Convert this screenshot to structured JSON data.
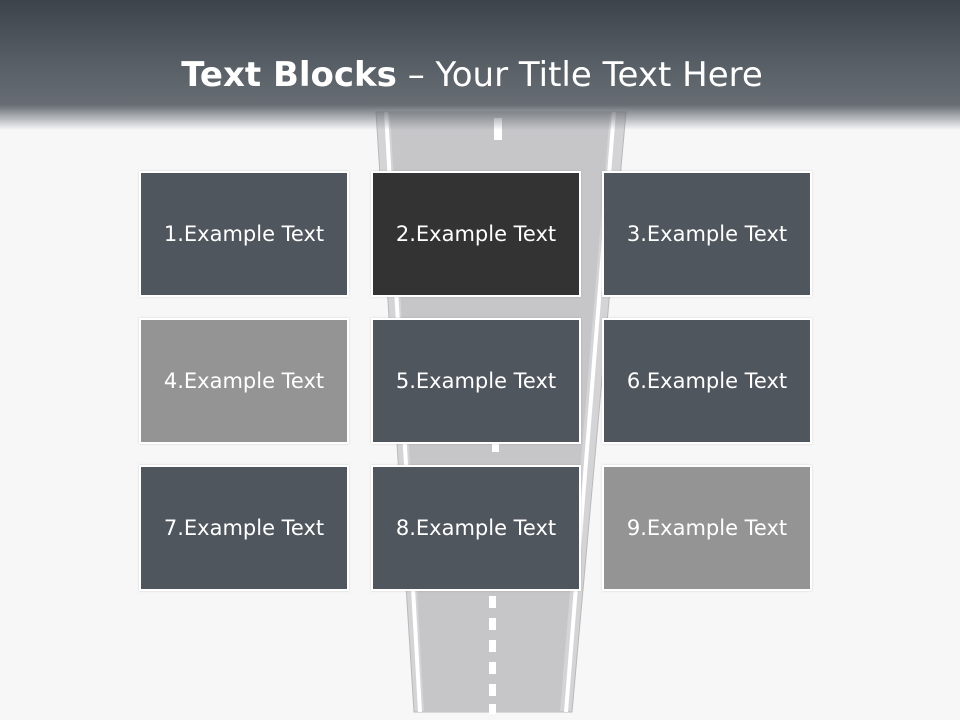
{
  "slide": {
    "title_bold": "Text Blocks",
    "title_rest": " – Your Title Text Here"
  },
  "blocks": [
    {
      "label": "1.Example Text",
      "color": "#50565d"
    },
    {
      "label": "2.Example Text",
      "color": "#333333"
    },
    {
      "label": "3.Example Text",
      "color": "#50565d"
    },
    {
      "label": "4.Example Text",
      "color": "#949494"
    },
    {
      "label": "5.Example Text",
      "color": "#50565d"
    },
    {
      "label": "6.Example Text",
      "color": "#50565d"
    },
    {
      "label": "7.Example Text",
      "color": "#50565d"
    },
    {
      "label": "8.Example Text",
      "color": "#50565d"
    },
    {
      "label": "9.Example Text",
      "color": "#949494"
    }
  ],
  "colors": {
    "header_dark": "#3d434a",
    "road_surface": "#c9c9cc",
    "road_marking": "#ffffff"
  }
}
